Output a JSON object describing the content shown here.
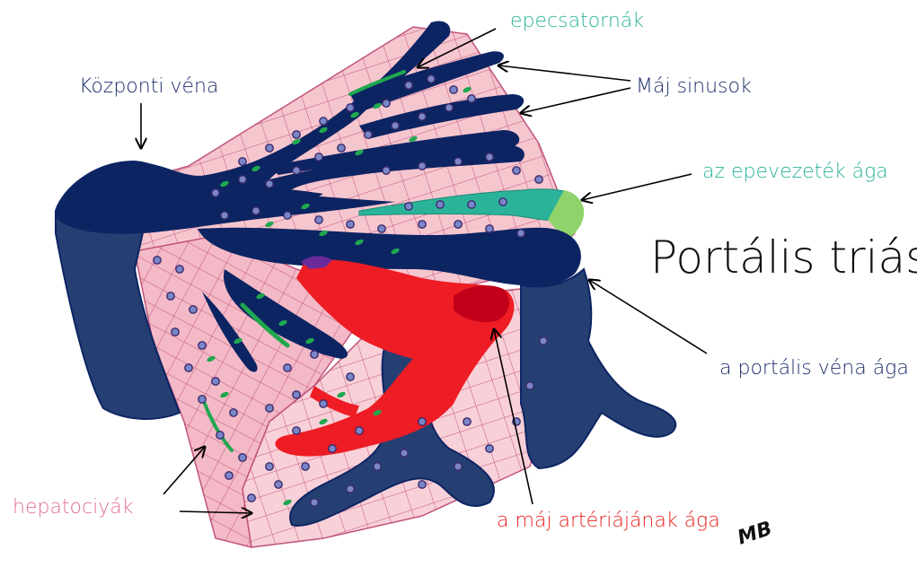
{
  "title": "Portális triász",
  "labels": {
    "central_vein": "Központi véna",
    "bile_canaliculi": "epecsatornák",
    "liver_sinusoids": "Máj sinusok",
    "bile_duct_branch": "az epevezeték ága",
    "portal_vein_branch": "a portális véna ága",
    "hepatic_artery_branch": "a máj artériájának ága",
    "hepatocytes": "hepatociyák"
  },
  "signature": "MB",
  "colors": {
    "vein": "#0d2463",
    "vein_side": "#263f72",
    "bile": "#2bb39a",
    "artery": "#ee1c24",
    "artery_dark": "#c2001a",
    "tissue": "#f6c6cf",
    "tissue_dark": "#f0aebb",
    "cell_border": "#c0547b",
    "nucleus": "#7a86c8",
    "label_navy": "#1f2f6b",
    "label_teal": "#2bb39a",
    "label_pink": "#e0708f",
    "label_red": "#e8201f"
  }
}
